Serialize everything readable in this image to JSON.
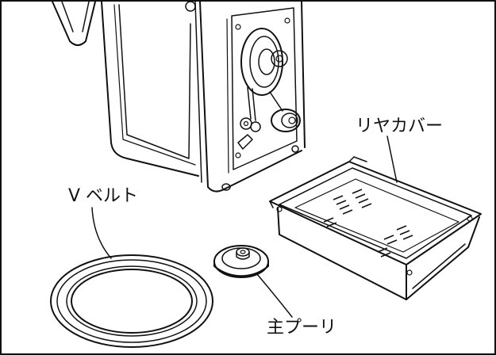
{
  "labels": {
    "rear_cover": "リヤカバー",
    "v_belt": "V ベルト",
    "main_pulley": "主プーリ"
  },
  "colors": {
    "ink": "#111111",
    "paper": "#ffffff"
  }
}
